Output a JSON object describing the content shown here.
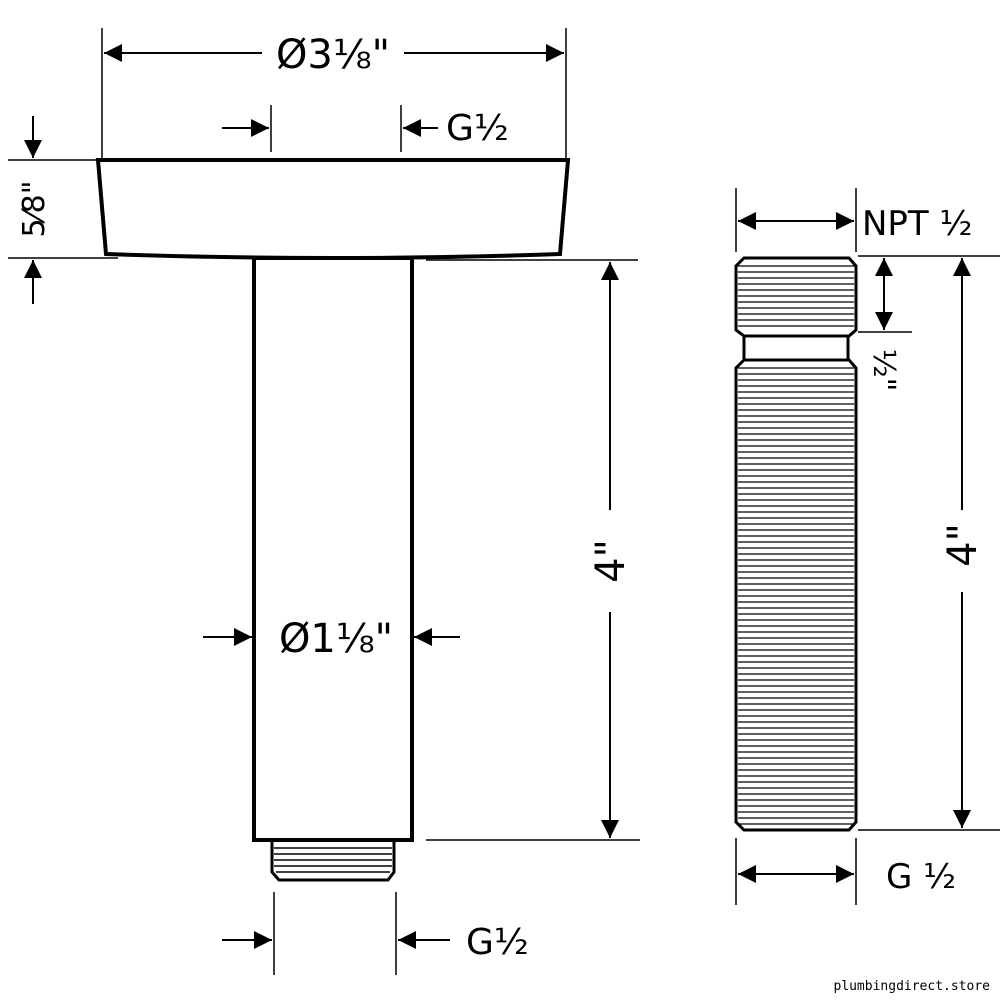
{
  "colors": {
    "stroke": "#000000",
    "background": "#ffffff"
  },
  "dimensions": {
    "flange_diameter": "Ø3⅛\"",
    "inlet_thread_top": "G½",
    "flange_height": "5⁄8\"",
    "arm_length": "4\"",
    "arm_diameter": "Ø1⅛\"",
    "outlet_thread": "G½",
    "nipple_top_thread": "NPT ½",
    "nipple_thread_length": "½\"",
    "nipple_length": "4\"",
    "nipple_bottom_thread": "G ½"
  },
  "watermark": "plumbingdirect.store"
}
